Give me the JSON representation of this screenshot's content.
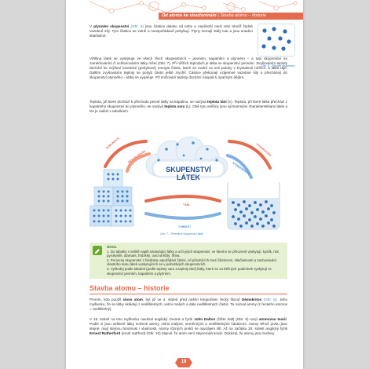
{
  "header": {
    "title_italic": "Od atomu ke sloučeninám",
    "section": "| Stavba atomu – historie"
  },
  "gas_paragraph": {
    "lead": "V",
    "term": "plynném skupenství",
    "ref": "(Obr. 6)",
    "text": "jsou částice daleko od sebe a nepůsobí mezi nimi téměř žádné vazebné síly. Tyto částice se volně a neuspořádaně pohybují. Plyny nemají stálý tvar a jsou snadno stlačitelné."
  },
  "fig6_caption": "Obr. 6 – Plynné skupenství",
  "matter_paragraph": "Většina látek se vyskytuje ve všech třech skupenstvích – pevném, kapalném a plynném – a tato skupenství se zaměňováním či ochlazováním látky mění (Obr. 7). Při nižších teplotách je látka ve skupenství pevném. Zvyšováním teploty dochází ke zvýšení kinetické (pohybové) energie částic, které se uvolní ze své polohy v krystalové mřížce, a látka taje. Dalším zvyšováním teploty se pohyb částic ještě zrychlí. Částice překonají vzájemné vazebné síly a přecházejí do skupenství plynného – látka se vypařuje. Při snižování teploty dochází naopak k opačným dějům.",
  "temp_paragraph": {
    "part1": "Teplota, při které dochází k přechodu pevné látky na kapalinu, se nazývá",
    "term1": "teplota tání",
    "part2": "(tₜ). Teplota, při které látka přechází z kapalného skupenství do plynného, se nazývá",
    "term2": "teplota varu",
    "part3": "(tᵥ). Obě tyto veličiny jsou významnými charakteristikami látek a lze je nalézt v tabulkách."
  },
  "diagram": {
    "title_line1": "SKUPENSTVÍ",
    "title_line2": "LÁTEK",
    "labels": {
      "sublimace": "SUBLIMACE",
      "desublimace": "DESUBLIMACE",
      "vyparovani": "VYPAŘOVÁNÍ",
      "kondenzace": "KONDENZACE",
      "tani": "TÁNÍ",
      "tuhnuti": "TUHNUTÍ"
    },
    "caption": "Obr. 7 – Přeměna skupenství látek"
  },
  "exercise": {
    "heading": "ÚKOL",
    "items": [
      "1. Do tabulky v sešitě napiš následující látky a urči jejich skupenství, ve kterém se přirozeně vyskytují: kyslík, rtuť, pyrokyslík, diamant, hrdzkký, oxid uhličitý, třtina.",
      "2. Porovnej skupenství z hlediska uspořádání částic, síl působících mezi částicemi, stlačitelnosti a zachovávání vlastního tvaru látek vyskytujících se v jednotlivých skupenstvích.",
      "3. Vyhledej podle tabulek (podle teploty varu a teploty tání) látky, které se za běžných podmínek vyskytují ve skupenství pevném, kapalném a plynném."
    ]
  },
  "section_title": "Stavba atomu – historie",
  "history_para1": {
    "t1": "Prvním, kdo použil",
    "term1": "slovo atom",
    "t2": ", byl již ve 4. století před naším letopočtem řecký filozof",
    "name1": "Démokritos",
    "ref1": "(Obr. 8)",
    "t3": ". Jeho myšlenku, že se látky skládají z nedělitelných, velmi malých a dále nedělitelných částic. Ta nazval atomy (z řeckého atomos = nedělitelný)."
  },
  "history_para2": {
    "t1": "V 19. století na tuto myšlenku navázal anglický chemik a fyzik",
    "name1": "John Dalton",
    "t2": "(čtěte dalt) (Obr. 9) svojí",
    "term1": "atomovou teorií",
    "t3": ". Podle ní jsou veškeré látky tvořené atomy, velmi malými, neměnnými a nedělitelnými částicemi. Atomy téhož prvku jsou stejné, mají stejnou hmotnost i vlastnosti. Atomy různých prvků se navzájem liší. Až na začátku 20. století anglický fyzik",
    "name2": "Ernest Rutherford",
    "t4": "(ernst radrford) (Obr. 10) objevil, že atom není stejnorodá koule. Dokázal, že atomy jsou tvořeny"
  },
  "page_number": "19",
  "colors": {
    "accent": "#e36b4e",
    "blue": "#1f6fb3",
    "green_bg": "#e5f1d0",
    "green": "#6aaa2e"
  }
}
